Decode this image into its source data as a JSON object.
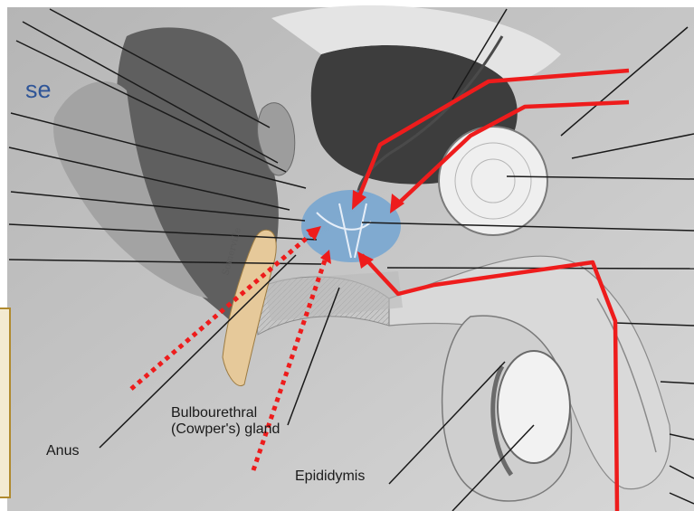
{
  "labels": {
    "bulbourethral_line1": "Bulbourethral",
    "bulbourethral_line2": "(Cowper's) gland",
    "anus": "Anus",
    "epididymis": "Epididymis"
  },
  "slide_fragment_text": "se",
  "colors": {
    "arrow_red": "#ee1c1c",
    "prostate_blue": "#5b9bd5",
    "tan_shape": "#e6c99a",
    "slide_text_blue": "#2f5597",
    "box_border": "#b08a2e"
  }
}
